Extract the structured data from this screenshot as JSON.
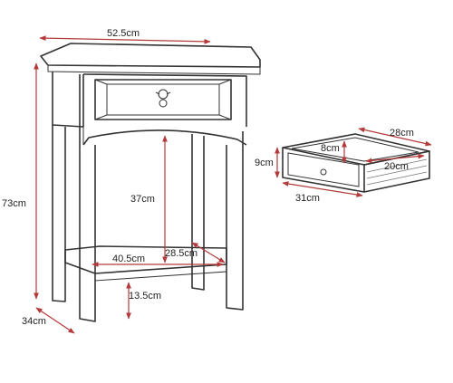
{
  "colors": {
    "outline": "#333333",
    "dimension_line": "#b33a3a",
    "background": "#ffffff"
  },
  "table_dimensions": {
    "top_width": "52.5cm",
    "height": "73cm",
    "depth": "34cm",
    "shelf_clearance": "37cm",
    "shelf_depth": "28.5cm",
    "shelf_width": "40.5cm",
    "shelf_height": "13.5cm"
  },
  "drawer_dimensions": {
    "outer_depth": "28cm",
    "outer_height": "9cm",
    "inner_height": "8cm",
    "inner_depth": "20cm",
    "width": "31cm"
  }
}
